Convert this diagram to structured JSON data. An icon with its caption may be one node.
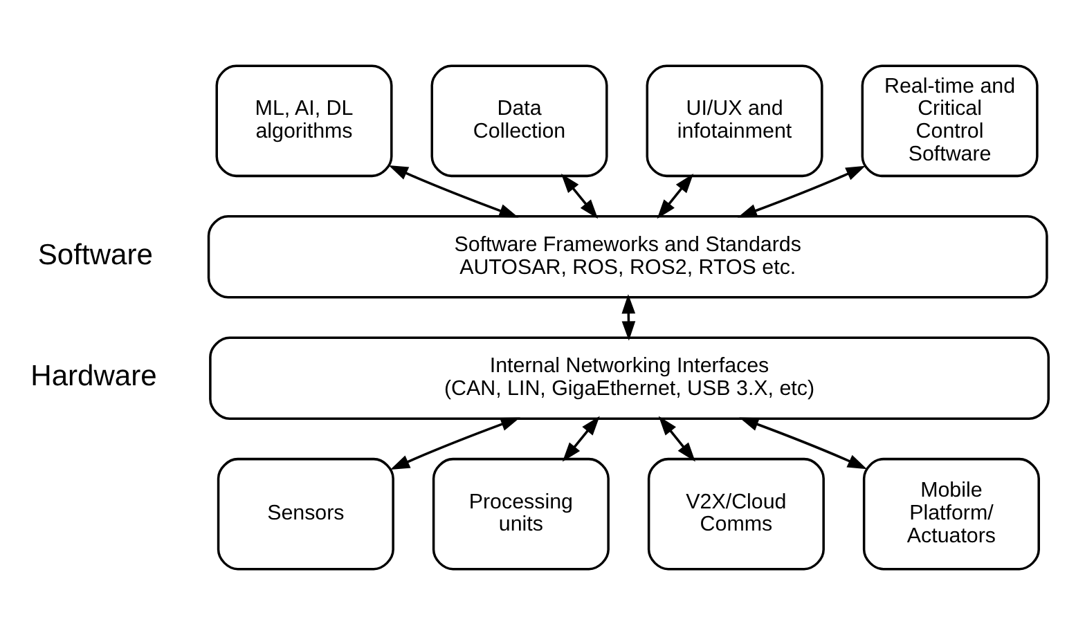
{
  "diagram": {
    "nodes": [
      {
        "text": [
          "ML, AI, DL algorithms"
        ]
      },
      {
        "text": [
          "Data Collection"
        ]
      },
      {
        "text": [
          "UI/UX and infotainment"
        ]
      },
      {
        "text": [
          "Real-time and Critical Control Software"
        ]
      },
      {
        "text": [
          "Software Frameworks and Standards",
          "AUTOSAR, ROS, ROS2, RTOS etc."
        ]
      },
      {
        "text": [
          "Internal Networking Interfaces",
          "(CAN, LIN, GigaEthernet, USB 3.X, etc)"
        ]
      },
      {
        "text": [
          "Sensors"
        ]
      },
      {
        "text": [
          "Processing units"
        ]
      },
      {
        "text": [
          "V2X/Cloud Comms"
        ]
      },
      {
        "text": [
          "Mobile Platform/ Actuators"
        ]
      }
    ],
    "edges": [
      {
        "from": 0,
        "to": 4,
        "arrow": "both"
      },
      {
        "from": 1,
        "to": 4,
        "arrow": "both"
      },
      {
        "from": 2,
        "to": 4,
        "arrow": "both"
      },
      {
        "from": 3,
        "to": 4,
        "arrow": "both"
      },
      {
        "from": 4,
        "to": 5,
        "arrow": "both"
      },
      {
        "from": 5,
        "to": 6,
        "arrow": "both"
      },
      {
        "from": 5,
        "to": 7,
        "arrow": "both"
      },
      {
        "from": 5,
        "to": 8,
        "arrow": "both"
      },
      {
        "from": 5,
        "to": 9,
        "arrow": "both"
      }
    ],
    "labels": [
      "Software",
      "Hardware"
    ]
  }
}
